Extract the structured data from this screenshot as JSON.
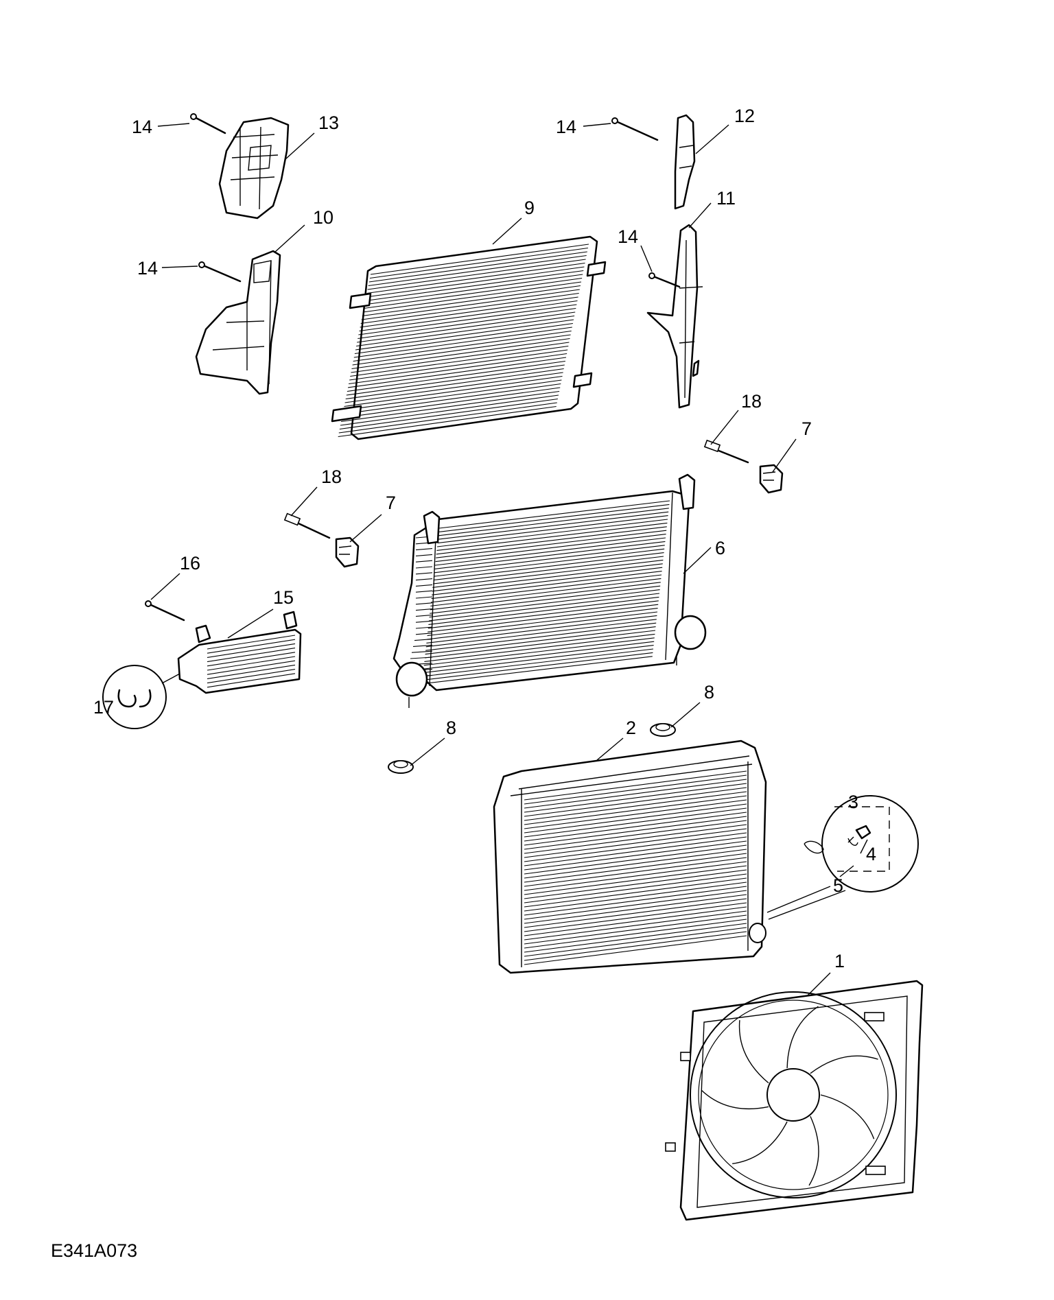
{
  "figure_code": "E341A073",
  "callouts": [
    {
      "id": "c1",
      "label": "1"
    },
    {
      "id": "c2",
      "label": "2"
    },
    {
      "id": "c3",
      "label": "3"
    },
    {
      "id": "c4",
      "label": "4"
    },
    {
      "id": "c5",
      "label": "5"
    },
    {
      "id": "c6",
      "label": "6"
    },
    {
      "id": "c7a",
      "label": "7"
    },
    {
      "id": "c7b",
      "label": "7"
    },
    {
      "id": "c8a",
      "label": "8"
    },
    {
      "id": "c8b",
      "label": "8"
    },
    {
      "id": "c9",
      "label": "9"
    },
    {
      "id": "c10",
      "label": "10"
    },
    {
      "id": "c11",
      "label": "11"
    },
    {
      "id": "c12",
      "label": "12"
    },
    {
      "id": "c13",
      "label": "13"
    },
    {
      "id": "c14a",
      "label": "14"
    },
    {
      "id": "c14b",
      "label": "14"
    },
    {
      "id": "c14c",
      "label": "14"
    },
    {
      "id": "c14d",
      "label": "14"
    },
    {
      "id": "c15",
      "label": "15"
    },
    {
      "id": "c16",
      "label": "16"
    },
    {
      "id": "c17",
      "label": "17"
    },
    {
      "id": "c18a",
      "label": "18"
    },
    {
      "id": "c18b",
      "label": "18"
    }
  ]
}
